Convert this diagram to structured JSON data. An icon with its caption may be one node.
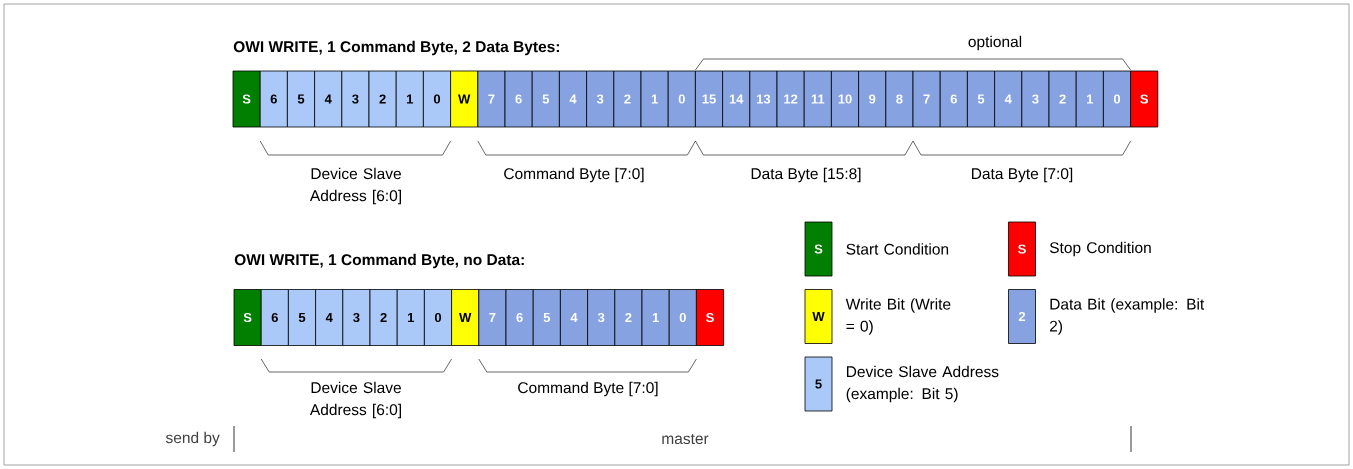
{
  "diagram": {
    "nodes": [
      {
        "text": [
          "S"
        ]
      },
      {
        "text": [
          "6"
        ]
      },
      {
        "text": [
          "5"
        ]
      },
      {
        "text": [
          "4"
        ]
      },
      {
        "text": [
          "3"
        ]
      },
      {
        "text": [
          "2"
        ]
      },
      {
        "text": [
          "1"
        ]
      },
      {
        "text": [
          "0"
        ]
      },
      {
        "text": [
          "W"
        ]
      },
      {
        "text": [
          "7"
        ]
      },
      {
        "text": [
          "6"
        ]
      },
      {
        "text": [
          "5"
        ]
      },
      {
        "text": [
          "4"
        ]
      },
      {
        "text": [
          "3"
        ]
      },
      {
        "text": [
          "2"
        ]
      },
      {
        "text": [
          "1"
        ]
      },
      {
        "text": [
          "0"
        ]
      },
      {
        "text": [
          "15"
        ]
      },
      {
        "text": [
          "14"
        ]
      },
      {
        "text": [
          "13"
        ]
      },
      {
        "text": [
          "12"
        ]
      },
      {
        "text": [
          "11"
        ]
      },
      {
        "text": [
          "10"
        ]
      },
      {
        "text": [
          "9"
        ]
      },
      {
        "text": [
          "8"
        ]
      },
      {
        "text": [
          "7"
        ]
      },
      {
        "text": [
          "6"
        ]
      },
      {
        "text": [
          "5"
        ]
      },
      {
        "text": [
          "4"
        ]
      },
      {
        "text": [
          "3"
        ]
      },
      {
        "text": [
          "2"
        ]
      },
      {
        "text": [
          "1"
        ]
      },
      {
        "text": [
          "0"
        ]
      },
      {
        "text": [
          "S"
        ]
      },
      {
        "text": [
          "S"
        ]
      },
      {
        "text": [
          "6"
        ]
      },
      {
        "text": [
          "5"
        ]
      },
      {
        "text": [
          "4"
        ]
      },
      {
        "text": [
          "3"
        ]
      },
      {
        "text": [
          "2"
        ]
      },
      {
        "text": [
          "1"
        ]
      },
      {
        "text": [
          "0"
        ]
      },
      {
        "text": [
          "W"
        ]
      },
      {
        "text": [
          "7"
        ]
      },
      {
        "text": [
          "6"
        ]
      },
      {
        "text": [
          "5"
        ]
      },
      {
        "text": [
          "4"
        ]
      },
      {
        "text": [
          "3"
        ]
      },
      {
        "text": [
          "2"
        ]
      },
      {
        "text": [
          "1"
        ]
      },
      {
        "text": [
          "0"
        ]
      },
      {
        "text": [
          "S"
        ]
      }
    ],
    "labels": [
      "OWI WRITE, 1 Command Byte, 2 Data Bytes:",
      "optional",
      "Device Slave Address [6:0]",
      "Command Byte [7:0]",
      "Data Byte [15:8]",
      "Data Byte [7:0]",
      "OWI WRITE, 1 Command Byte, no Data:",
      "S",
      "S",
      "W",
      "2",
      "5",
      "Device Slave Address [6:0]",
      "Command Byte [7:0]",
      "send by",
      "master"
    ],
    "legend": [
      {
        "text": "Start Condition",
        "color": "#007f00"
      },
      {
        "text": "Stop Condition",
        "color": "#ff0000"
      },
      {
        "text": "Write Bit (Write = 0)",
        "color": "#ffff00"
      },
      {
        "text": "Data Bit (example: Bit 2)",
        "color": "#86a2e0"
      },
      {
        "text": "Device Slave Address (example: Bit 5)",
        "color": "#aac8f8"
      }
    ]
  }
}
